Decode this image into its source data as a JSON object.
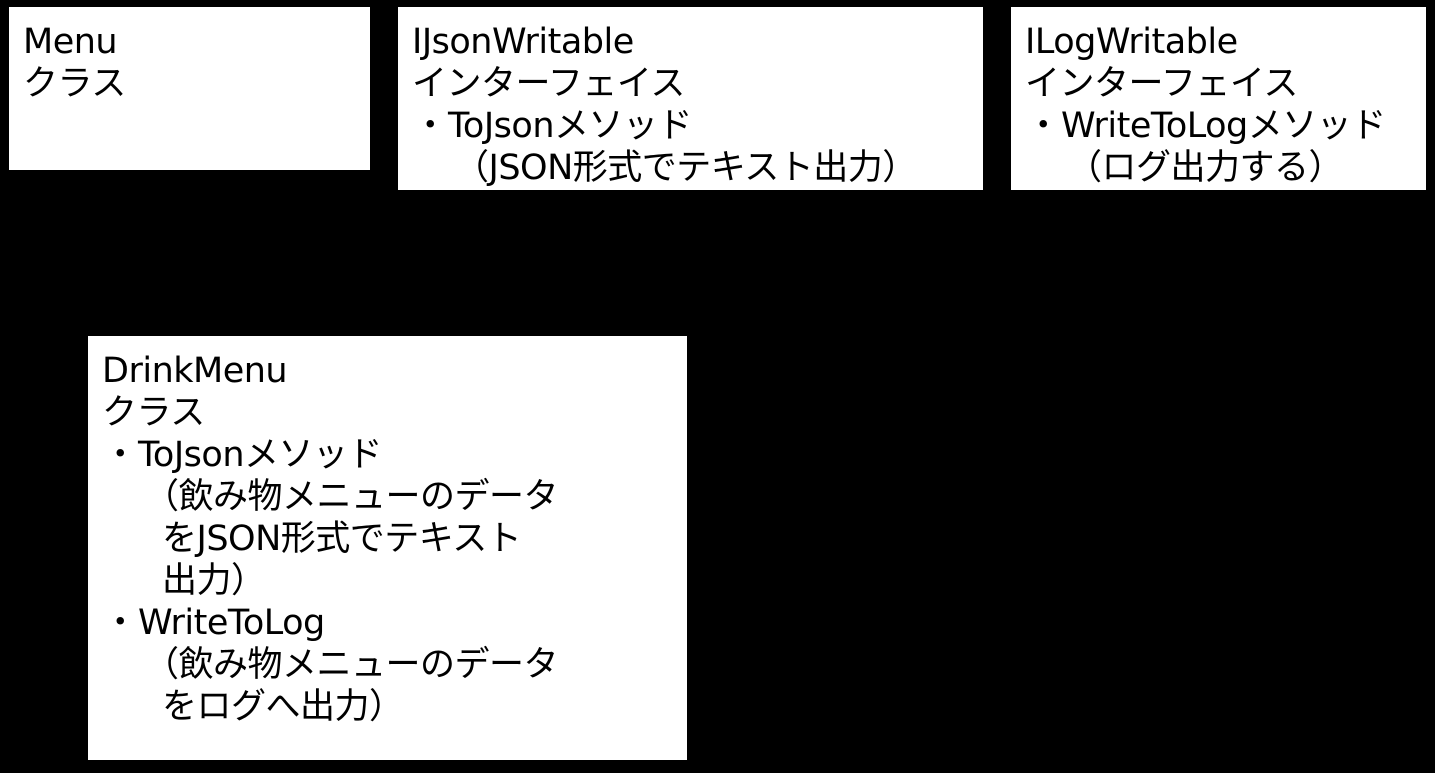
{
  "diagram": {
    "background": "#000000",
    "box_fill": "#ffffff",
    "text_color": "#000000",
    "boxes": {
      "menu": {
        "name": "Menu",
        "kind": "クラス",
        "members": []
      },
      "ijson": {
        "name": "IJsonWritable",
        "kind": "インターフェイス",
        "members": [
          {
            "bullet": "・",
            "label": "ToJsonメソッド",
            "description_lines": [
              "（JSON形式でテキスト出力）"
            ]
          }
        ]
      },
      "ilog": {
        "name": "ILogWritable",
        "kind": "インターフェイス",
        "members": [
          {
            "bullet": "・",
            "label": "WriteToLogメソッド",
            "description_lines": [
              "（ログ出力する）"
            ]
          }
        ]
      },
      "drinkmenu": {
        "name": "DrinkMenu",
        "kind": "クラス",
        "members": [
          {
            "bullet": "・",
            "label": "ToJsonメソッド",
            "description_lines": [
              "（飲み物メニューのデータ",
              "をJSON形式でテキスト",
              "出力）"
            ]
          },
          {
            "bullet": "・",
            "label": "WriteToLog",
            "description_lines": [
              "（飲み物メニューのデータ",
              "をログへ出力）"
            ]
          }
        ]
      }
    }
  }
}
